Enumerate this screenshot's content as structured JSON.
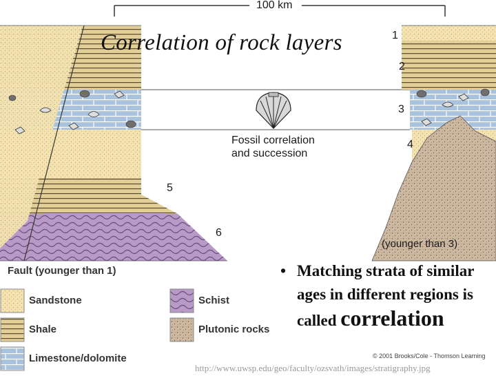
{
  "title": "Correlation of rock layers",
  "scale_label": "100 km",
  "layer_numbers": [
    "1",
    "2",
    "3",
    "4",
    "5",
    "6"
  ],
  "center_label": [
    "Fossil correlation",
    "and succession"
  ],
  "intrusion_label": "(younger than 3)",
  "fault_label": "Fault (younger than 1)",
  "legend": [
    {
      "label": "Sandstone",
      "pattern": "sandstone"
    },
    {
      "label": "Shale",
      "pattern": "shale"
    },
    {
      "label": "Limestone/dolomite",
      "pattern": "limestone"
    },
    {
      "label": "Schist",
      "pattern": "schist"
    },
    {
      "label": "Plutonic rocks",
      "pattern": "plutonic"
    }
  ],
  "bullet": {
    "marker": "•",
    "text": "Matching strata of similar ages in different regions is called",
    "emphasis": "correlation"
  },
  "copyright": "© 2001 Brooks/Cole - Thomson Learning",
  "source_url": "http://www.uwsp.edu/geo/faculty/ozsvath/images/stratigraphy.jpg",
  "colors": {
    "sandstone": "#f4e3b0",
    "shale": "#e2cf98",
    "limestone": "#a9c3de",
    "schist": "#b79ac6",
    "plutonic": "#cdb8a2"
  }
}
